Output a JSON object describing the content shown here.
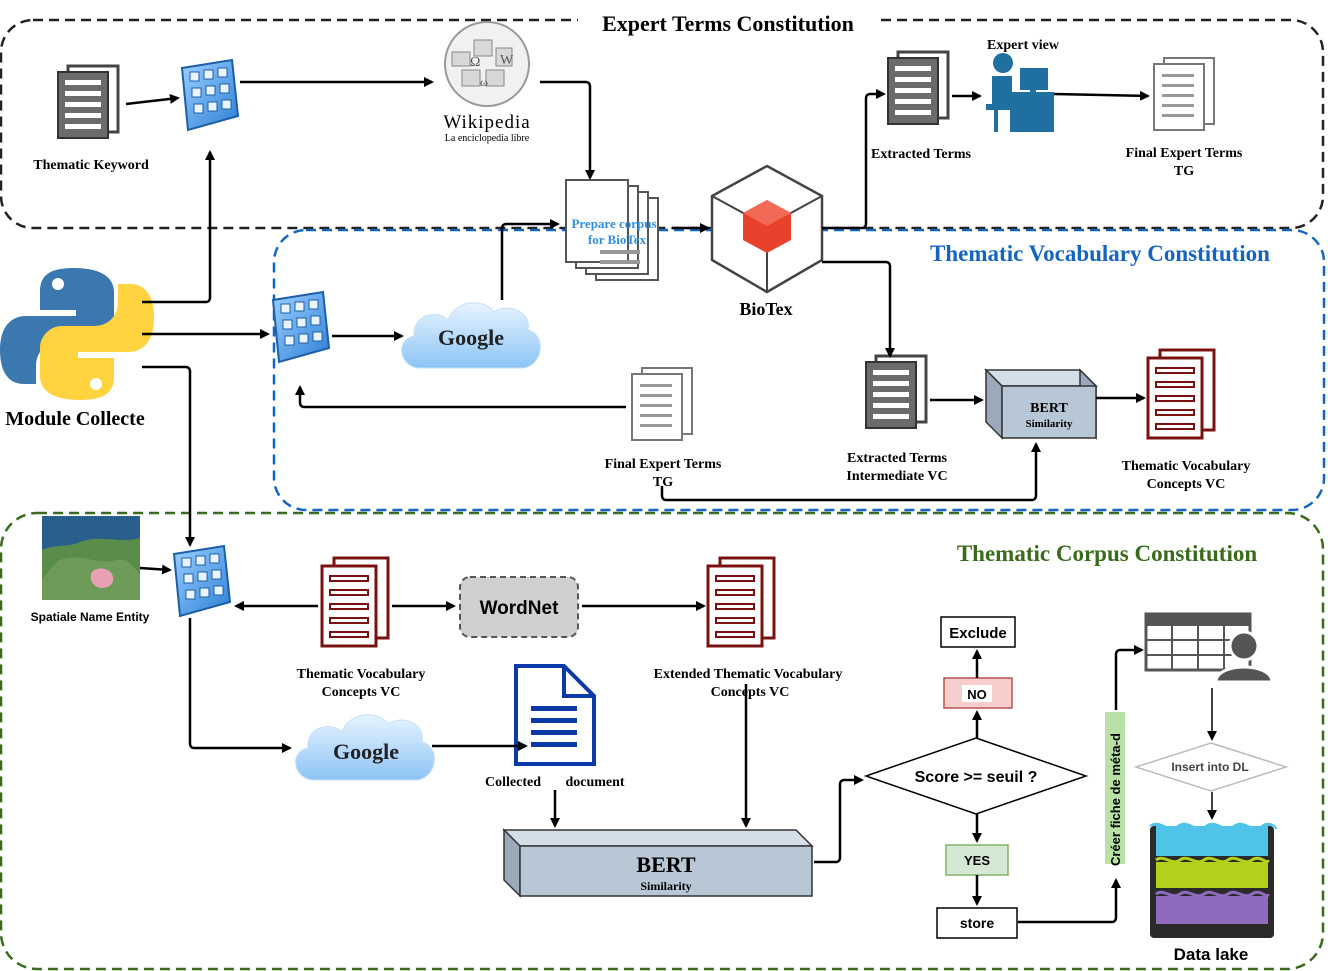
{
  "sections": {
    "expert": {
      "title": "Expert Terms Constitution",
      "color": "#000000"
    },
    "vocab": {
      "title": "Thematic Vocabulary Constitution",
      "color": "#1565c0"
    },
    "corpus": {
      "title": "Thematic Corpus Constitution",
      "color": "#3a6b1d"
    }
  },
  "labels": {
    "thematic_keyword": "Thematic Keyword",
    "wikipedia_name": "Wikipedia",
    "wikipedia_sub": "La enciclopedia libre",
    "prepare_corpus_l1": "Prepare corpus",
    "prepare_corpus_l2": "for BioTex",
    "biotex": "BioTex",
    "extracted_terms": "Extracted Terms",
    "expert_view": "Expert view",
    "final_expert_l1": "Final Expert Terms",
    "final_expert_l2": "TG",
    "module_collecte": "Module Collecte",
    "google": "Google",
    "extracted_intermediate_l1": "Extracted Terms",
    "extracted_intermediate_l2": "Intermediate VC",
    "bert": "BERT",
    "similarity": "Similarity",
    "thematic_vocab_l1": "Thematic Vocabulary",
    "thematic_vocab_l2": "Concepts VC",
    "spatial_entity": "Spatiale Name Entity",
    "wordnet": "WordNet",
    "extended_vocab_l1": "Extended Thematic Vocabulary",
    "extended_vocab_l2": "Concepts VC",
    "collected": "Collected",
    "document": "document",
    "exclude": "Exclude",
    "no": "NO",
    "score": "Score >= seuil ?",
    "yes": "YES",
    "store": "store",
    "creer_fiche": "Créer fiche de méta-d",
    "insert_dl": "Insert into DL",
    "data_lake": "Data lake"
  },
  "colors": {
    "dark_red": "#7b1010",
    "grid_blue": "#4a90e2",
    "bert_fill": "#b8c7d6",
    "python_blue": "#3c78b0",
    "python_yellow": "#ffd23f",
    "biotex_red": "#e8412c",
    "no_fill": "#f8cecc",
    "yes_fill": "#d5e8d4",
    "meta_fill": "#b9e0a5"
  }
}
